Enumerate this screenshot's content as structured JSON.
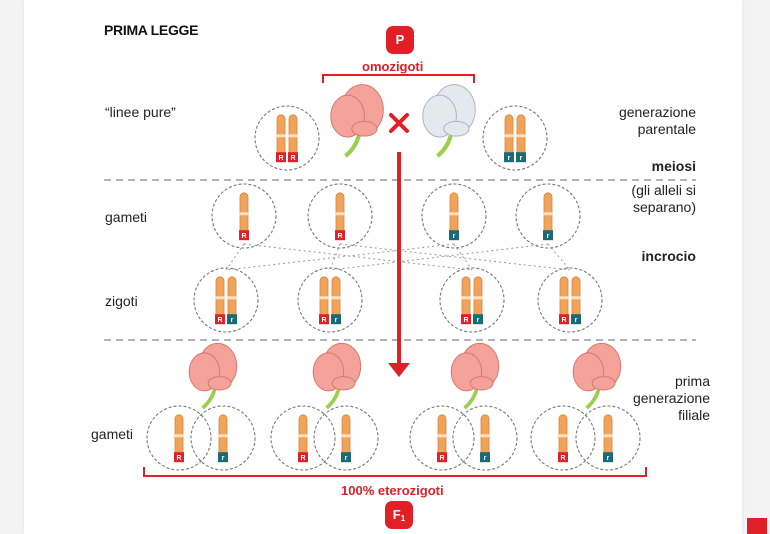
{
  "title": "PRIMA LEGGE",
  "badge_p": "P",
  "badge_f": "F",
  "badge_f_sub": "1",
  "omozigoti": "omozigoti",
  "eterozigoti": "100% eterozigoti",
  "labels": {
    "linee_pure": "“linee pure”",
    "gameti_top": "gameti",
    "zigoti": "zigoti",
    "gameti_bottom": "gameti",
    "generazione_parentale": [
      "generazione",
      "parentale"
    ],
    "meiosi": "meiosi",
    "alleli": [
      "(gli alleli si",
      "separano)"
    ],
    "incrocio": "incrocio",
    "prima_generazione": [
      "prima",
      "generazione",
      "filiale"
    ]
  },
  "alleles": {
    "dominant": "R",
    "recessive": "r"
  },
  "colors": {
    "accent_red": "#e02026",
    "recessive_teal": "#1b6b77",
    "chromosome_orange": "#f2a35a",
    "flower_pink": "#f4a29a",
    "flower_white": "#e3e9ee",
    "stem_green": "#9ccf4e"
  }
}
